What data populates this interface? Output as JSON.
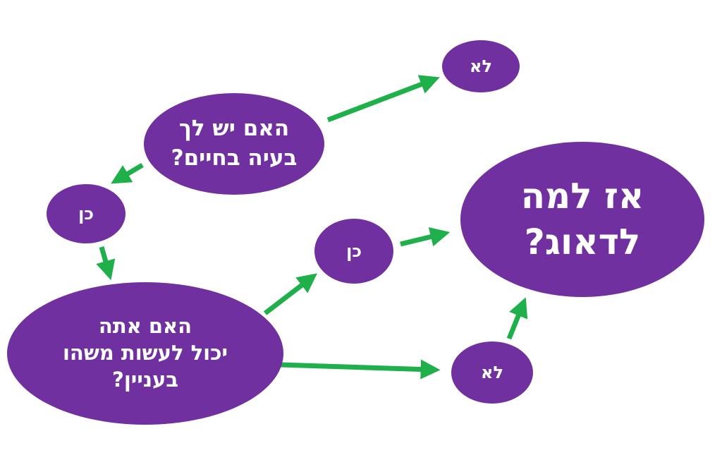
{
  "colors": {
    "node_fill": "#7030a0",
    "node_text": "#ffffff",
    "arrow": "#1fb04c",
    "background": "#ffffff"
  },
  "nodes": {
    "problem_question": "האם יש לך\nבעיה בחיים?",
    "no_top": "לא",
    "yes_left": "כן",
    "can_do_question": "האם אתה\nיכול לעשות משהו\nבעניין?",
    "yes_middle": "כן",
    "no_bottom": "לא",
    "why_worry": "אז למה\nלדאוג?"
  },
  "edges": [
    {
      "from": "problem_question",
      "to": "no_top"
    },
    {
      "from": "problem_question",
      "to": "yes_left"
    },
    {
      "from": "yes_left",
      "to": "can_do_question"
    },
    {
      "from": "can_do_question",
      "to": "yes_middle"
    },
    {
      "from": "can_do_question",
      "to": "no_bottom"
    },
    {
      "from": "yes_middle",
      "to": "why_worry"
    },
    {
      "from": "no_bottom",
      "to": "why_worry"
    }
  ]
}
